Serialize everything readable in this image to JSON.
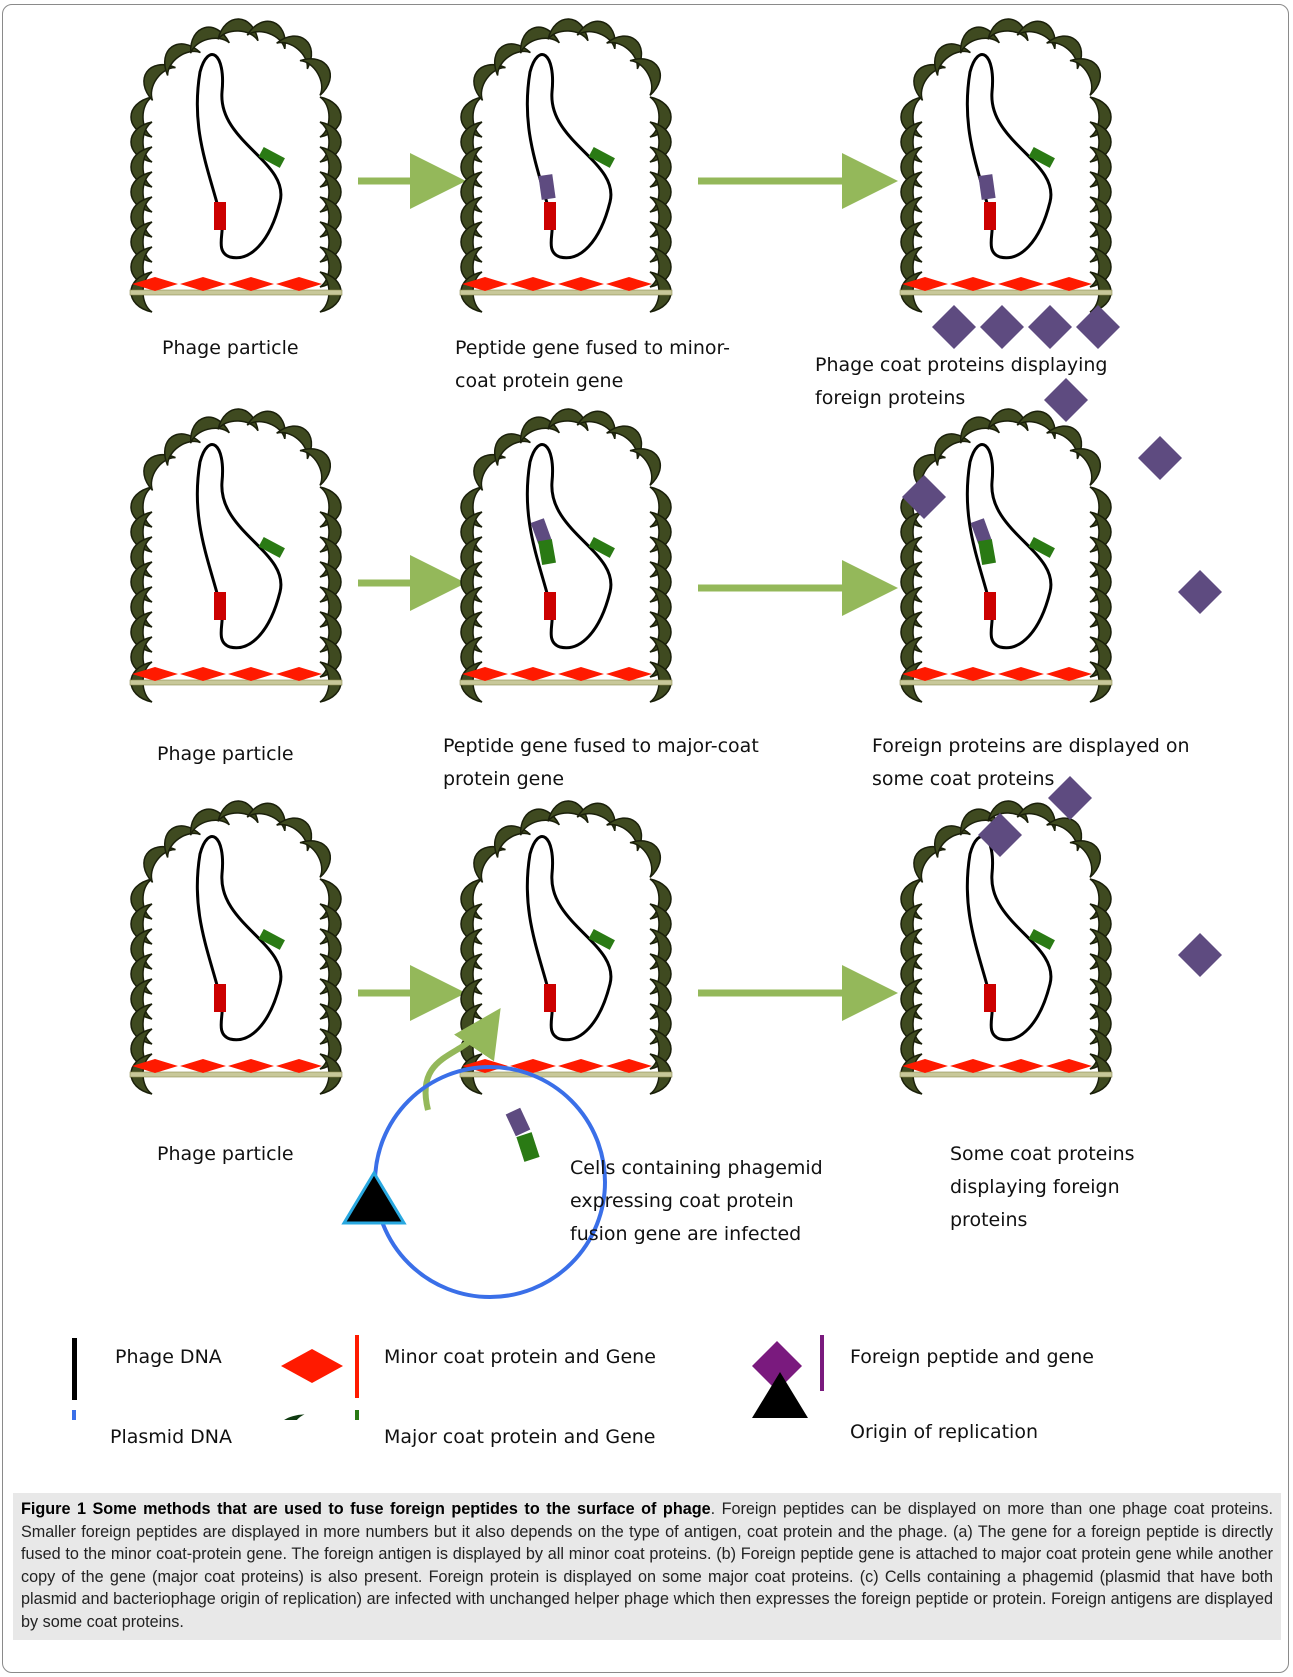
{
  "panels": [
    {
      "labels": [
        {
          "id": "a1",
          "text": "Phage particle"
        },
        {
          "id": "a2",
          "text": "Peptide gene fused to minor-\ncoat protein gene"
        },
        {
          "id": "a3",
          "text": "Phage coat proteins displaying\nforeign proteins"
        }
      ]
    },
    {
      "labels": [
        {
          "id": "b1",
          "text": "Phage particle"
        },
        {
          "id": "b2",
          "text": "Peptide gene fused to major-coat\nprotein gene"
        },
        {
          "id": "b3",
          "text": "Foreign proteins are displayed on\nsome coat proteins"
        }
      ]
    },
    {
      "labels": [
        {
          "id": "c1",
          "text": "Phage particle"
        },
        {
          "id": "c2",
          "text": "Cells containing phagemid\nexpressing coat protein\nfusion gene are infected"
        },
        {
          "id": "c3",
          "text": "Some coat proteins\ndisplaying foreign\nproteins"
        }
      ]
    }
  ],
  "legend": [
    {
      "id": "phage-dna",
      "text": "Phage DNA"
    },
    {
      "id": "minor-coat",
      "text": "Minor coat protein and Gene"
    },
    {
      "id": "foreign-peptide",
      "text": "Foreign peptide and gene"
    },
    {
      "id": "plasmid-dna",
      "text": "Plasmid DNA"
    },
    {
      "id": "major-coat",
      "text": "Major coat protein and Gene"
    },
    {
      "id": "origin",
      "text": "Origin of replication"
    }
  ],
  "caption": {
    "title": "Figure 1 Some methods that are used to fuse foreign peptides to the surface of phage",
    "body": ". Foreign peptides can be displayed on more than one phage coat proteins. Smaller foreign peptides are displayed in more numbers but it also depends on the type of antigen, coat protein and the phage. (a) The gene for a foreign peptide is directly fused to the minor coat-protein gene. The foreign antigen is displayed by all minor coat proteins. (b) Foreign peptide gene is attached to major coat protein gene while another copy of the gene (major coat proteins) is also present. Foreign protein is displayed on some major coat proteins. (c) Cells containing a phagemid (plasmid that have both plasmid and bacteriophage origin of replication) are infected with unchanged helper phage which then expresses the foreign peptide or protein. Foreign antigens are displayed by some coat proteins."
  },
  "colors": {
    "major_coat": "#3f4a20",
    "major_coat_outline": "#1a1f0a",
    "minor_coat": "#ff1a00",
    "foreign": "#5e4b80",
    "foreign_legend": "#7a1a7e",
    "dna": "#000000",
    "minor_gene": "#cc0000",
    "major_gene": "#2a7a14",
    "arrow": "#94b85a",
    "plasmid": "#3a6fe8",
    "origin_outline": "#29a8e0"
  }
}
